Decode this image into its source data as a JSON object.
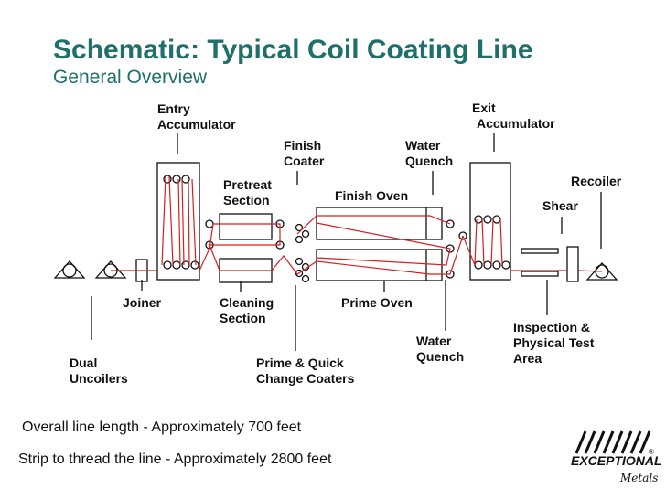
{
  "title": "Schematic: Typical Coil Coating Line",
  "subtitle": "General Overview",
  "labels": {
    "entry_accumulator_l1": "Entry",
    "entry_accumulator_l2": "Accumulator",
    "exit_accumulator_l1": "Exit",
    "exit_accumulator_l2": "Accumulator",
    "finish_coater_l1": "Finish",
    "finish_coater_l2": "Coater",
    "water_quench_top_l1": "Water",
    "water_quench_top_l2": "Quench",
    "pretreat_l1": "Pretreat",
    "pretreat_l2": "Section",
    "finish_oven": "Finish Oven",
    "recoiler": "Recoiler",
    "shear": "Shear",
    "joiner": "Joiner",
    "cleaning_l1": "Cleaning",
    "cleaning_l2": "Section",
    "prime_oven": "Prime Oven",
    "inspection_l1": "Inspection &",
    "inspection_l2": "Physical Test",
    "inspection_l3": "Area",
    "water_quench_bottom_l1": "Water",
    "water_quench_bottom_l2": "Quench",
    "dual_uncoilers_l1": "Dual",
    "dual_uncoilers_l2": "Uncoilers",
    "prime_coaters_l1": "Prime & Quick",
    "prime_coaters_l2": "Change Coaters"
  },
  "footnotes": {
    "line_length": "Overall line length - Approximately 700 feet",
    "strip_length": "Strip to thread the line - Approximately 2800 feet"
  },
  "logo": {
    "brand": "EXCEPTIONAL",
    "sub": "Metals",
    "registered": "®"
  },
  "colors": {
    "title": "#1f6f6b",
    "strip": "#d42020",
    "equipment": "#111111"
  }
}
